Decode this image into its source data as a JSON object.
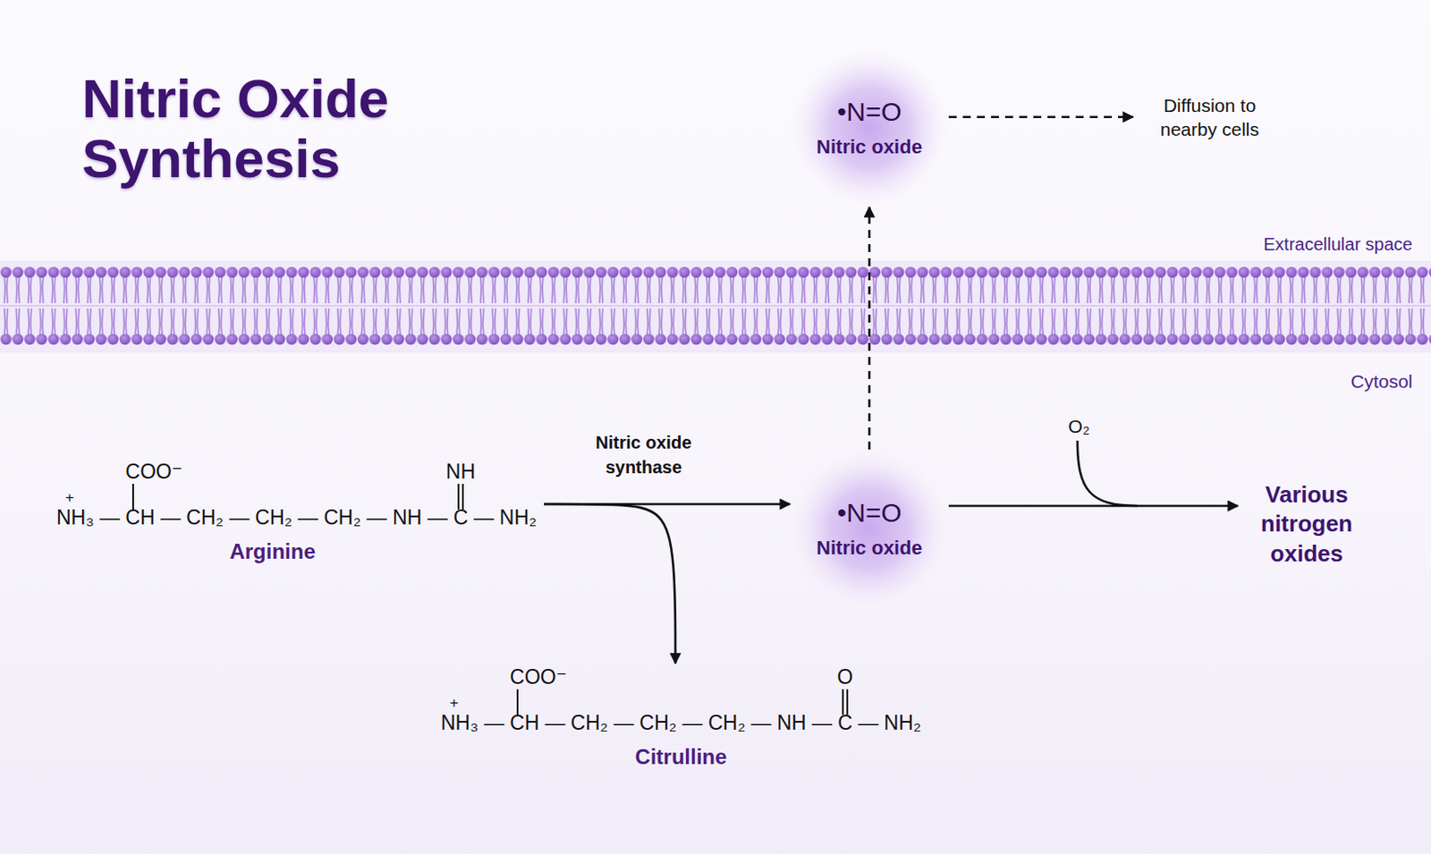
{
  "diagram": {
    "title": "Nitric Oxide Synthesis",
    "nodes": [
      {
        "text": [
          "•N=O",
          "Nitric oxide"
        ]
      },
      {
        "text": [
          "Diffusion to nearby cells"
        ]
      },
      {
        "text": [
          "COO⁻",
          "NH",
          "+",
          "NH₃ — CH — CH₂ — CH₂ — CH₂ — NH — C — NH₂",
          "Arginine"
        ]
      },
      {
        "text": [
          "•N=O",
          "Nitric oxide"
        ]
      },
      {
        "text": [
          "Various nitrogen oxides"
        ]
      },
      {
        "text": [
          "COO⁻",
          "O",
          "+",
          "NH₃ — CH — CH₂ — CH₂ — CH₂ — NH — C — NH₂",
          "Citrulline"
        ]
      }
    ],
    "edges": [
      {
        "from": 2,
        "to": 3,
        "label": "Nitric oxide synthase",
        "arrow": "to"
      },
      {
        "from": 2,
        "to": 5,
        "arrow": "to"
      },
      {
        "from": 3,
        "to": 0,
        "arrow": "to"
      },
      {
        "from": 0,
        "to": 1,
        "arrow": "to"
      },
      {
        "from": 3,
        "to": 4,
        "arrow": "to"
      }
    ],
    "labels": [
      "Extracellular space",
      "Cytosol",
      "O₂"
    ]
  }
}
